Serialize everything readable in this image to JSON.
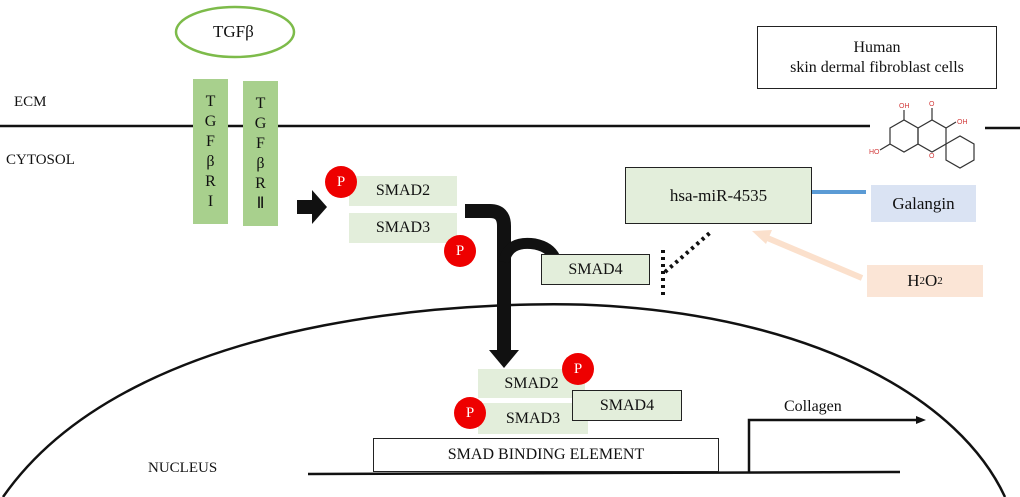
{
  "ligand": {
    "label": "TGFβ"
  },
  "compartments": {
    "ecm": "ECM",
    "cytosol": "CYTOSOL",
    "nucleus": "NUCLEUS"
  },
  "receptors": [
    {
      "name": "TGFβRI",
      "letters": [
        "T",
        "G",
        "F",
        "β",
        "R",
        "I"
      ]
    },
    {
      "name": "TGFβRII",
      "letters": [
        "T",
        "G",
        "F",
        "β",
        "R",
        "Ⅱ"
      ]
    }
  ],
  "cell_type": {
    "line1": "Human",
    "line2": "skin dermal fibroblast cells"
  },
  "cytosol_complex": {
    "smad2": "SMAD2",
    "smad3": "SMAD3",
    "smad4": "SMAD4",
    "phospho": "P"
  },
  "mirna": {
    "label": "hsa-miR-4535"
  },
  "compound": {
    "label": "Galangin",
    "structure_labels": [
      "OH",
      "O",
      "OH",
      "HO",
      "O"
    ]
  },
  "stress": {
    "label_main": "H",
    "sub1": "2",
    "label_mid": "O",
    "sub2": "2"
  },
  "nuclear_complex": {
    "smad2": "SMAD2",
    "smad3": "SMAD3",
    "smad4": "SMAD4",
    "phospho": "P"
  },
  "promoter": {
    "label": "SMAD BINDING ELEMENT"
  },
  "gene": {
    "label": "Collagen"
  },
  "colors": {
    "receptor": "#a8d08d",
    "smad": "#e3eedb",
    "phospho": "#ee0000",
    "ligand_outline": "#7dbb4a",
    "galangin_box": "#dae3f3",
    "inhibition": "#5b9bd5",
    "h2o2_box": "#fbe5d6",
    "h2o2_arrow": "#fbe0cc"
  }
}
